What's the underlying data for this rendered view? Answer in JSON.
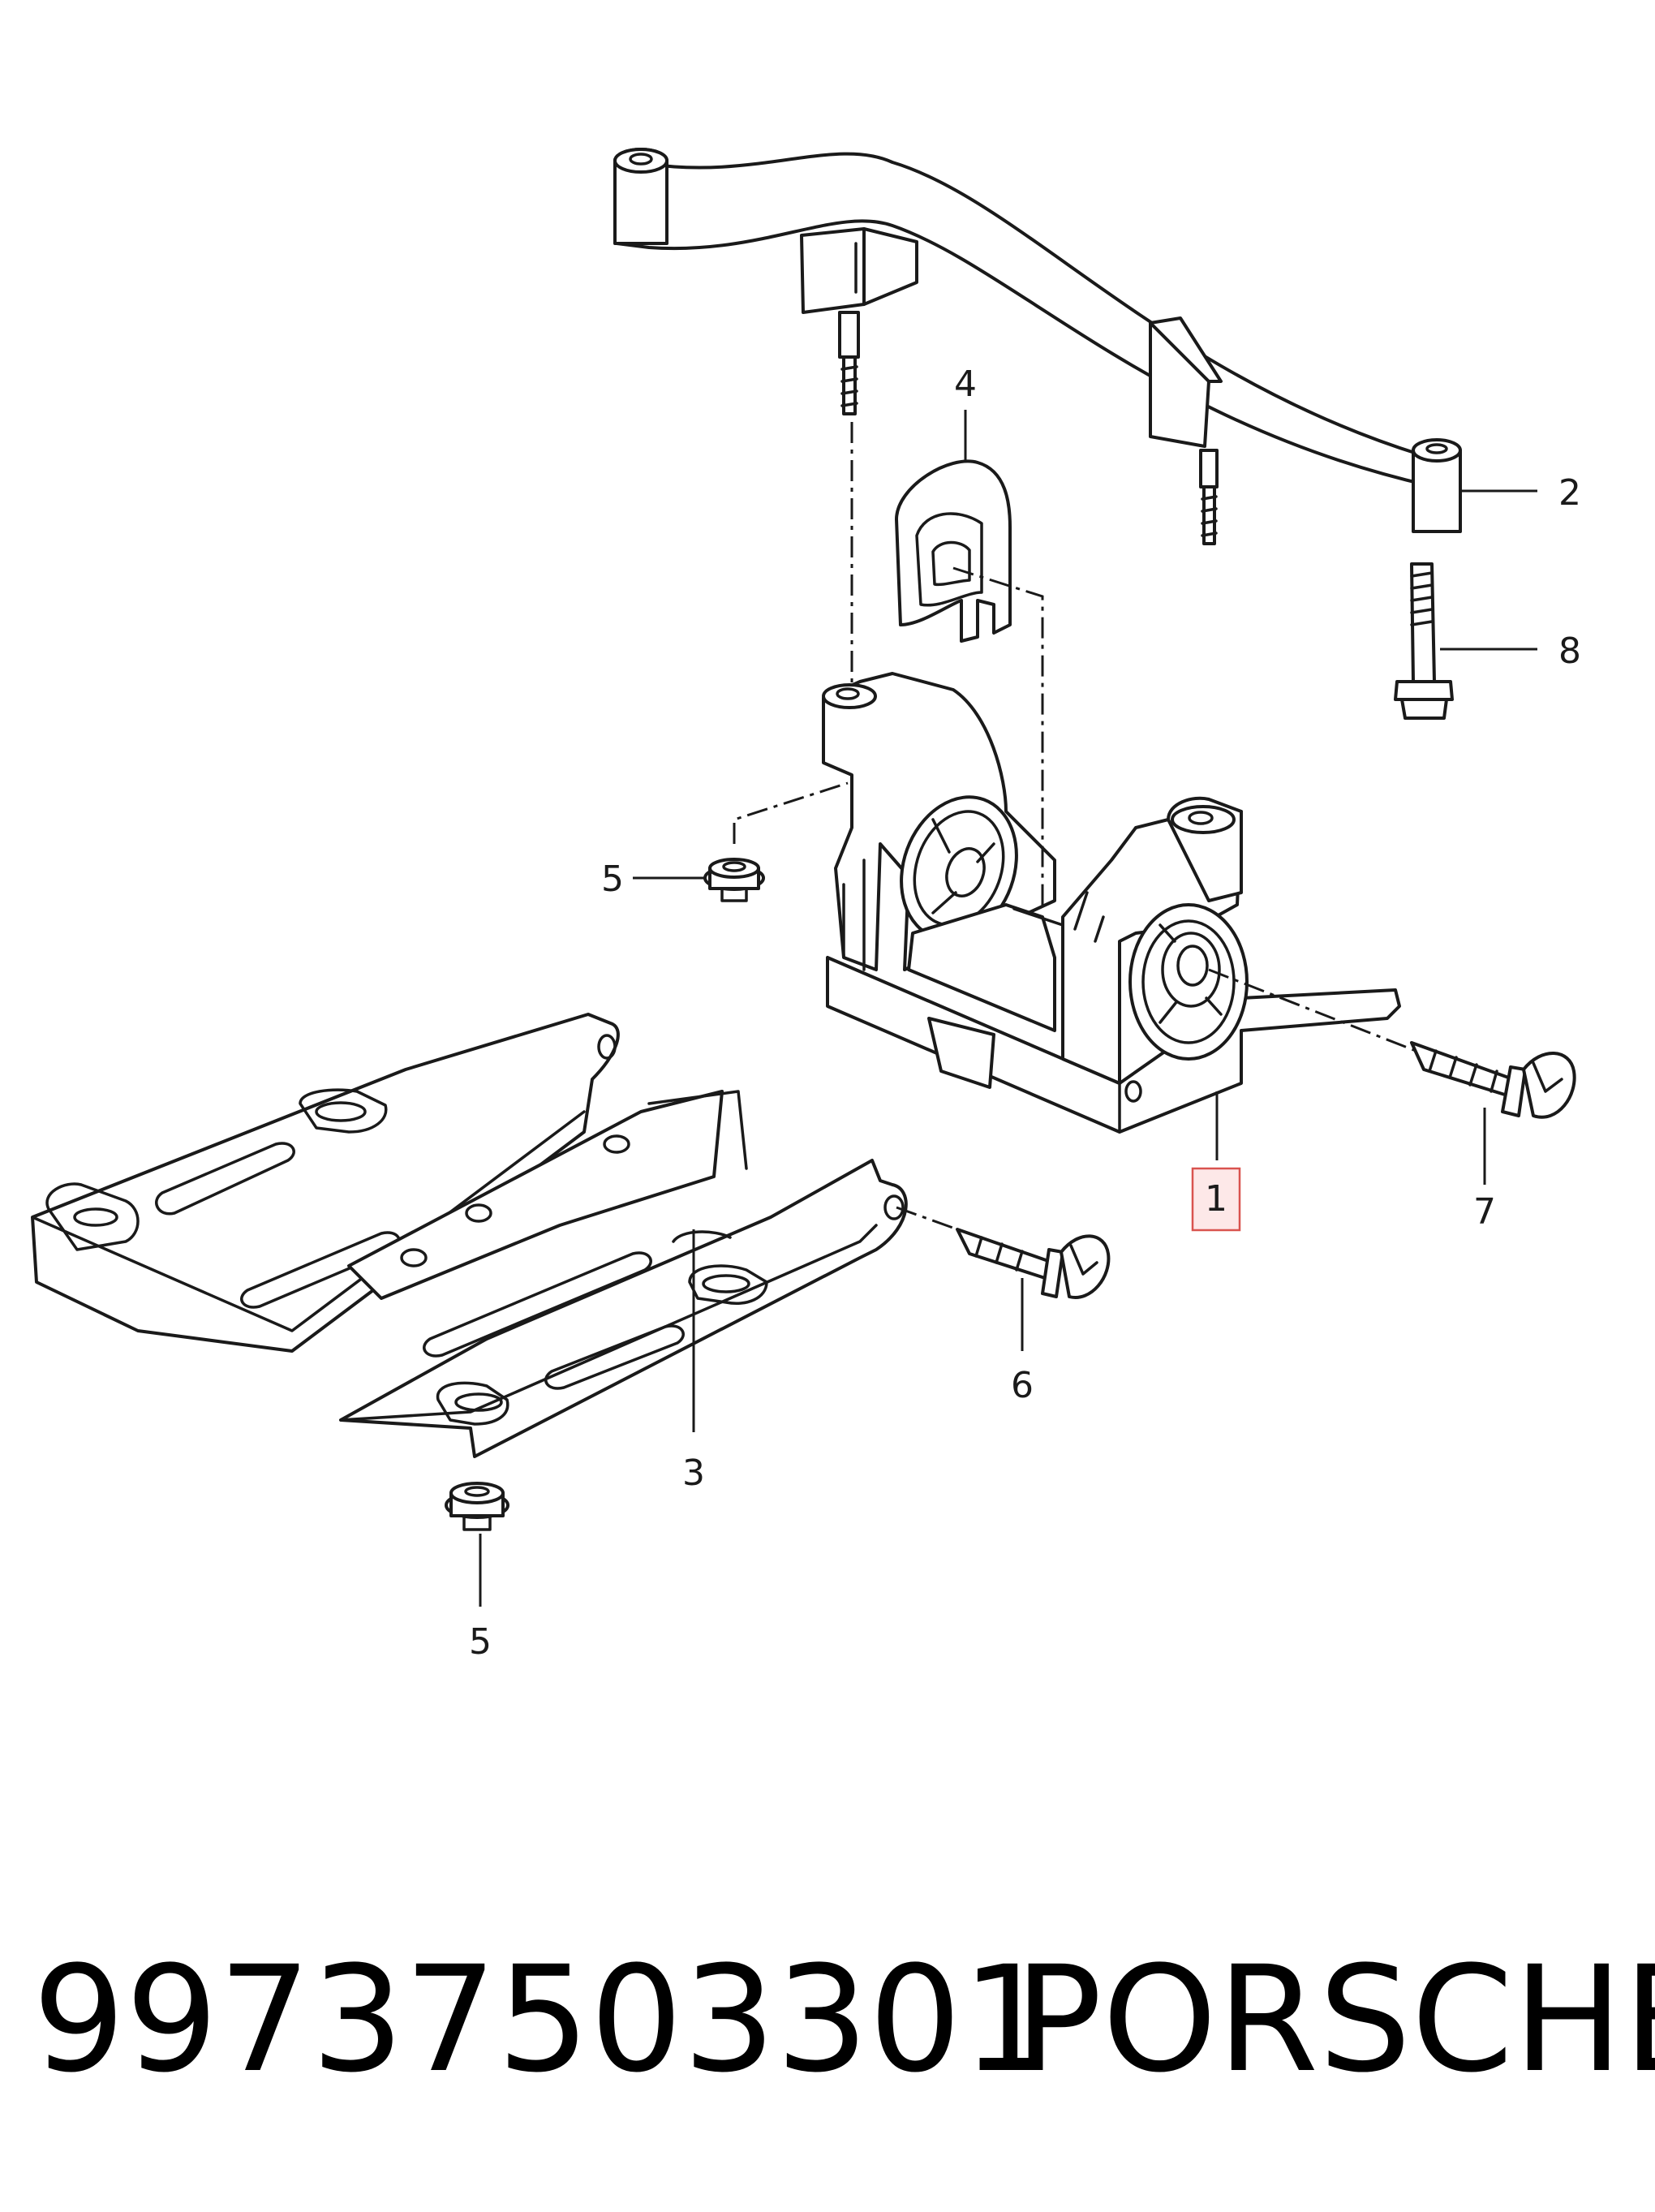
{
  "callouts": [
    {
      "id": "1",
      "label": "1",
      "highlighted": true
    },
    {
      "id": "2",
      "label": "2"
    },
    {
      "id": "3",
      "label": "3"
    },
    {
      "id": "4",
      "label": "4"
    },
    {
      "id": "5a",
      "label": "5"
    },
    {
      "id": "5b",
      "label": "5"
    },
    {
      "id": "6",
      "label": "6"
    },
    {
      "id": "7",
      "label": "7"
    },
    {
      "id": "8",
      "label": "8"
    }
  ],
  "footer": {
    "part_number": "99737503301",
    "brand": "PORSCHE"
  },
  "colors": {
    "line": "#1a1a1a",
    "highlight_border": "#d9534f",
    "highlight_fill": "#fde8e8",
    "background": "#ffffff"
  }
}
